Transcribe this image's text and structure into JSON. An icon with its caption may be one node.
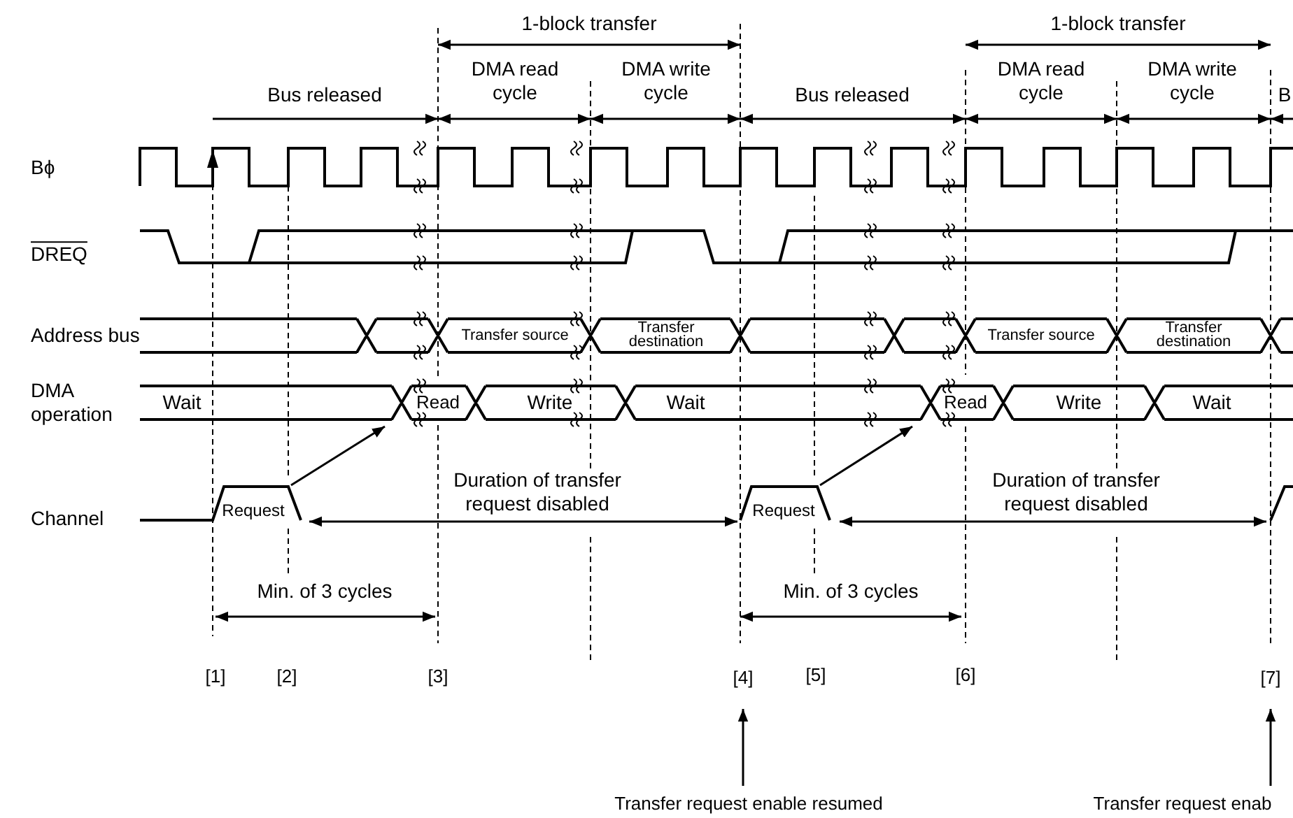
{
  "diagram": {
    "nodes": [
      {
        "text": [
          "[4]"
        ]
      },
      {
        "text": [
          "Transfer request enable resumed"
        ]
      },
      {
        "text": [
          "[7]"
        ]
      },
      {
        "text": [
          "Transfer request enab"
        ]
      }
    ],
    "edges": [
      {
        "from": 1,
        "to": 0,
        "arrow": "to"
      },
      {
        "from": 3,
        "to": 2,
        "arrow": "to"
      }
    ],
    "labels": [
      "1-block transfer",
      "1-block transfer",
      "Bus released",
      "DMA read cycle",
      "DMA write cycle",
      "Bus released",
      "DMA read cycle",
      "DMA write cycle",
      "B",
      "Bϕ",
      "DREQ",
      "Address bus",
      "Transfer source",
      "Transfer destination",
      "Transfer source",
      "Transfer destination",
      "DMA operation",
      "Wait",
      "Read",
      "Write",
      "Wait",
      "Read",
      "Write",
      "Wait",
      "Channel",
      "Request",
      "Duration of transfer request disabled",
      "Request",
      "Duration of transfer request disabled",
      "Min. of 3 cycles",
      "Min. of 3 cycles",
      "[1]",
      "[2]",
      "[3]",
      "[5]",
      "[6]"
    ]
  }
}
